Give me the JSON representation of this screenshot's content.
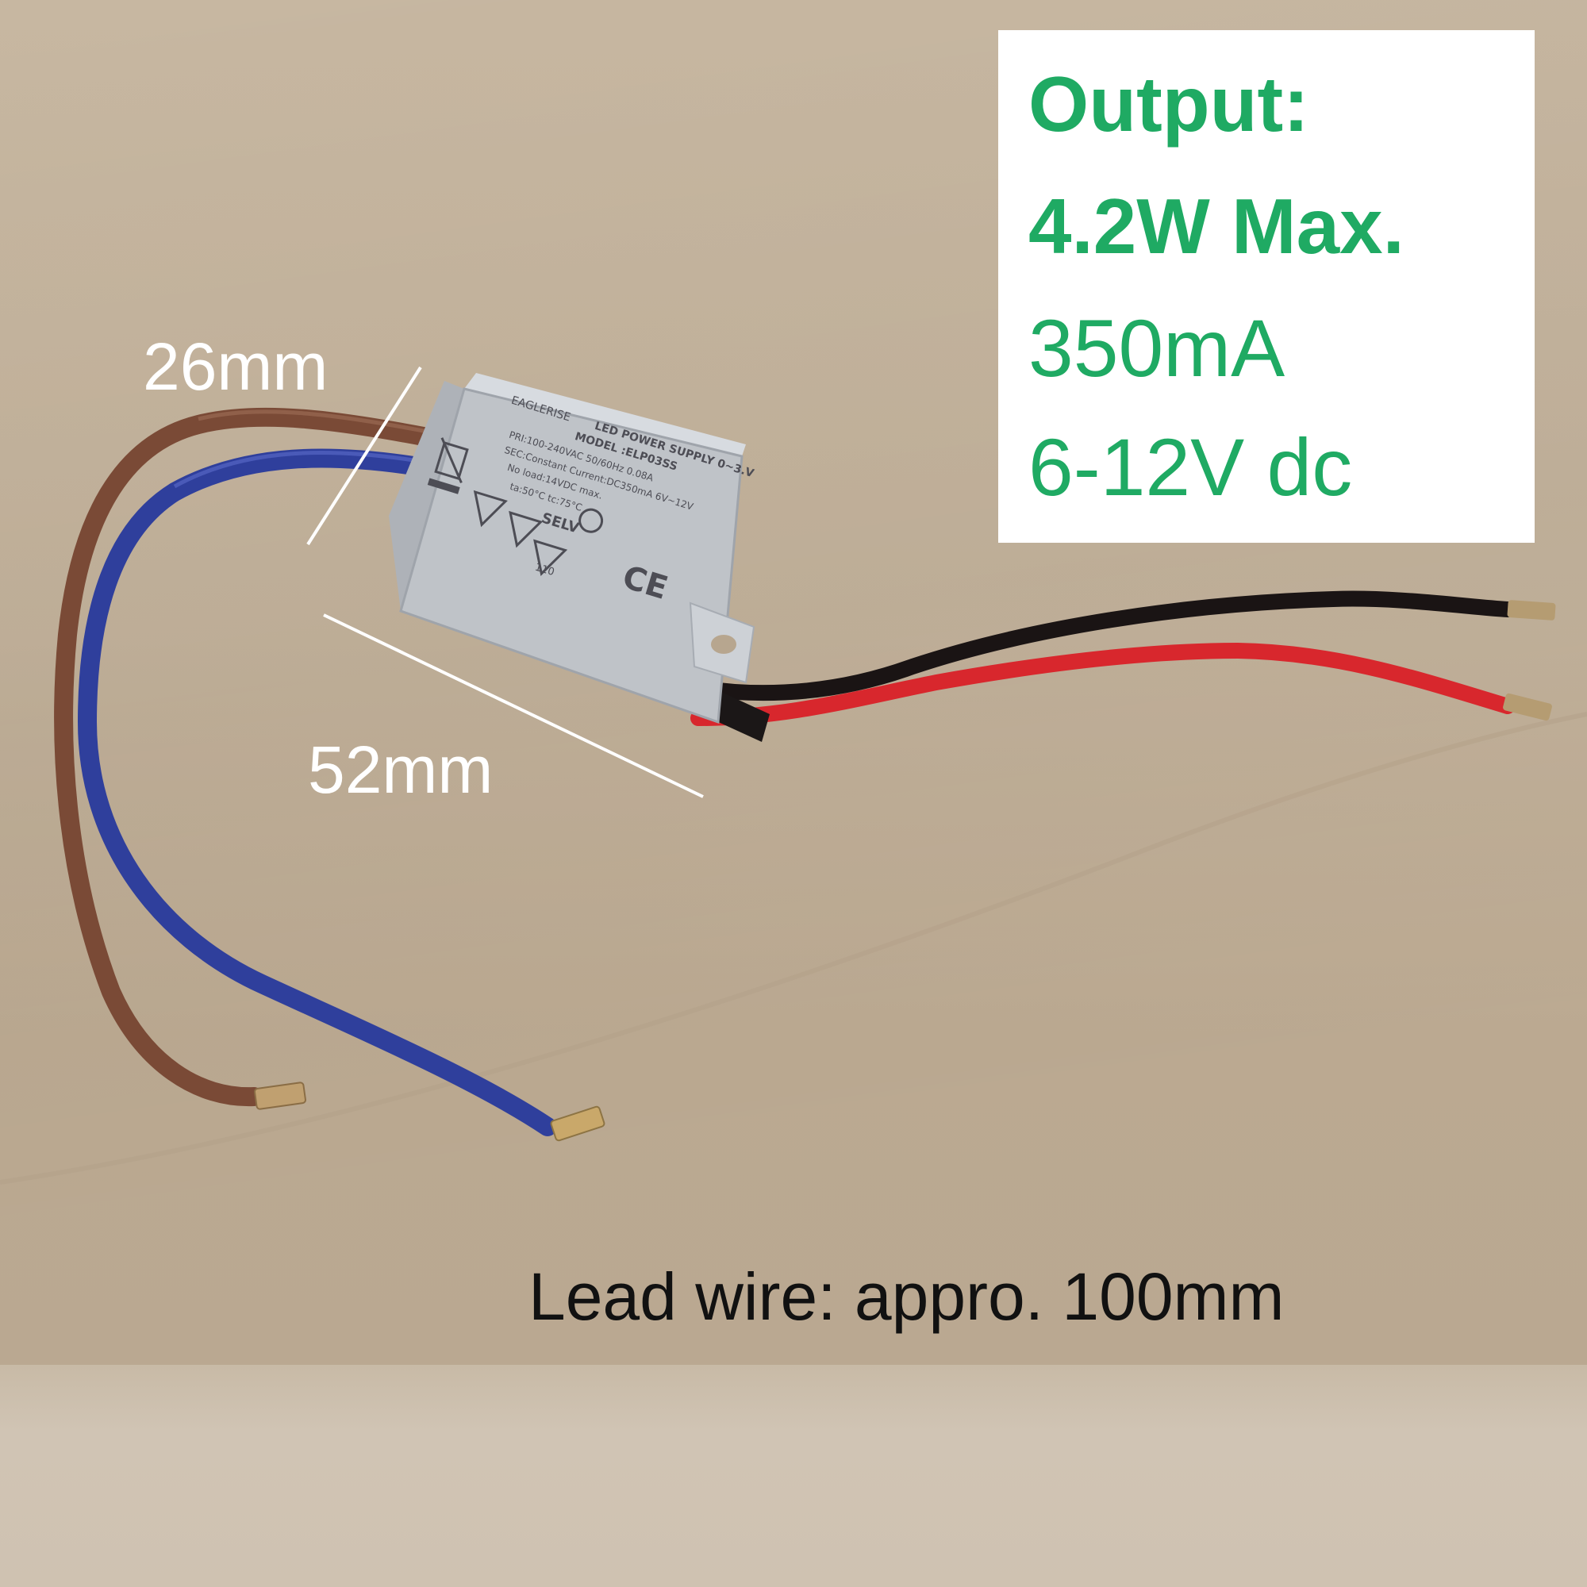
{
  "specs": {
    "heading": "Output:",
    "power": "4.2W Max.",
    "current": "350mA",
    "voltage": "6-12V dc"
  },
  "dimensions": {
    "width": "26mm",
    "length": "52mm"
  },
  "caption": "Lead wire: appro. 100mm",
  "device_label": {
    "brand": "EAGLERISE",
    "title": "LED POWER SUPPLY 0~3.V",
    "model": "MODEL :ELP03SS",
    "primary": "PRI:100-240VAC  50/60Hz  0.08A",
    "secondary": "SEC:Constant Current:DC350mA 6V~12V",
    "no_load": "No load:14VDC max.",
    "temps": "ta:50°C    tc:75°C",
    "selv": "SELV",
    "ce": "CE",
    "temp_rating": "110"
  },
  "colors": {
    "spec_green": "#1faa63",
    "background": "#c3b29b",
    "brown_wire": "#7a4a36",
    "blue_wire": "#2f3f9c",
    "red_wire": "#d8272d",
    "black_wire": "#1a1414"
  }
}
